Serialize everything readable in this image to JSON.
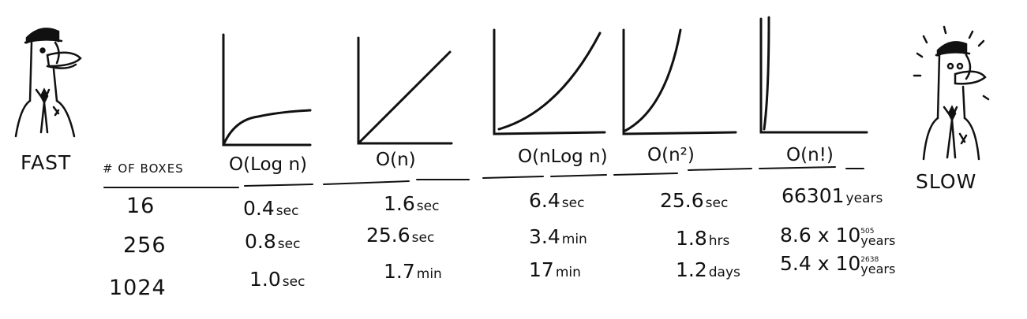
{
  "left_label": "FAST",
  "right_label": "SLOW",
  "boxes_header": "# OF BOXES",
  "columns": [
    {
      "title": "O(Log n)",
      "shape": "log"
    },
    {
      "title": "O(n)",
      "shape": "linear"
    },
    {
      "title": "O(nLog n)",
      "shape": "nlogn"
    },
    {
      "title": "O(n²)",
      "shape": "square"
    },
    {
      "title": "O(n!)",
      "shape": "factorial"
    }
  ],
  "rows": [
    {
      "boxes": "16",
      "cells": [
        {
          "value": "0.4",
          "unit": "sec"
        },
        {
          "value": "1.6",
          "unit": "sec"
        },
        {
          "value": "6.4",
          "unit": "sec"
        },
        {
          "value": "25.6",
          "unit": "sec"
        },
        {
          "value": "66301",
          "unit": "years"
        }
      ]
    },
    {
      "boxes": "256",
      "cells": [
        {
          "value": "0.8",
          "unit": "sec"
        },
        {
          "value": "25.6",
          "unit": "sec"
        },
        {
          "value": "3.4",
          "unit": "min"
        },
        {
          "value": "1.8",
          "unit": "hrs"
        },
        {
          "value": "8.6 x 10",
          "exp": "505",
          "unit": "years"
        }
      ]
    },
    {
      "boxes": "1024",
      "cells": [
        {
          "value": "1.0",
          "unit": "sec"
        },
        {
          "value": "1.7",
          "unit": "min"
        },
        {
          "value": "17",
          "unit": "min"
        },
        {
          "value": "1.2",
          "unit": "days"
        },
        {
          "value": "5.4 x 10",
          "exp": "2638",
          "unit": "years"
        }
      ]
    }
  ]
}
